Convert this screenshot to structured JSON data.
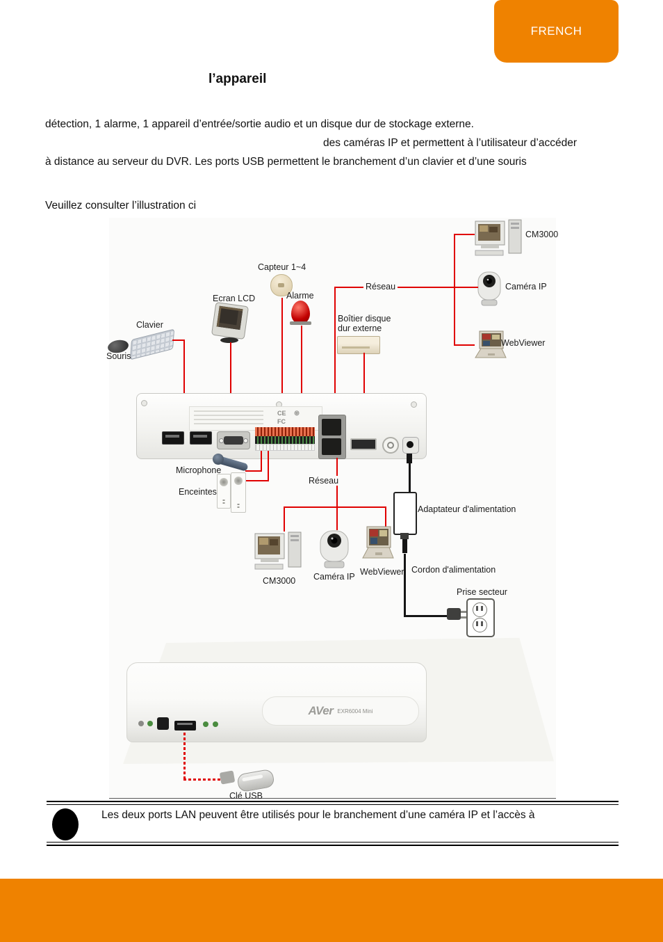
{
  "page": {
    "tab_label": "FRENCH",
    "title": "l’appareil",
    "paragraph": {
      "line1": "détection, 1 alarme, 1 appareil d’entrée/sortie audio et un disque dur de stockage externe.",
      "line2": "des caméras IP et permettent à l’utilisateur d’accéder",
      "line3": "à distance au serveur du DVR. Les ports USB permettent le branchement d’un clavier et d’une souris",
      "line4": "Veuillez consulter l’illustration ci"
    },
    "note_text": "Les deux ports LAN peuvent être utilisés pour le branchement d’une caméra IP et l’accès à",
    "colors": {
      "accent_orange": "#EF8200",
      "diagram_red": "#E00000"
    }
  },
  "diagram": {
    "labels": {
      "capteur": "Capteur 1~4",
      "ecran_lcd": "Ecran LCD",
      "alarme": "Alarme",
      "clavier": "Clavier",
      "souris": "Souris",
      "reseau_top": "Réseau",
      "boitier_line1": "Boîtier disque",
      "boitier_line2": "dur externe",
      "cm3000_top": "CM3000",
      "camera_ip_top": "Caméra IP",
      "webviewer_top": "WebViewer",
      "microphone": "Microphone",
      "enceintes": "Enceintes",
      "reseau_bottom": "Réseau",
      "adaptateur": "Adaptateur d'alimentation",
      "cm3000_bottom": "CM3000",
      "camera_ip_bottom": "Caméra IP",
      "webviewer_bottom": "WebViewer",
      "cordon": "Cordon d'alimentation",
      "prise_secteur": "Prise secteur",
      "cle_usb": "Clé USB"
    },
    "device": {
      "brand": "AVer",
      "model": "EXR6004 Mini",
      "ce_mark": "CE",
      "fcc_mark": "FC"
    }
  }
}
